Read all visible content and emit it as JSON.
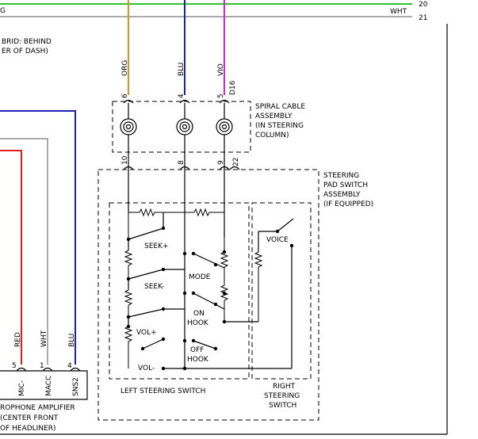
{
  "top_bus": {
    "wire_num_1": "20",
    "wire_num_2": "21",
    "color_label": "WHT",
    "left_mark": "G"
  },
  "hybrid_note": {
    "line1": "BRID: BEHIND",
    "line2": "ER OF DASH)"
  },
  "wire_colors": {
    "org": "ORG",
    "blu": "BLU",
    "vio": "VIO",
    "vio_gauge": "D16"
  },
  "spiral": {
    "label": [
      "SPIRAL CABLE",
      "ASSEMBLY",
      "(IN STEERING",
      "COLUMN)"
    ],
    "top_pins": [
      "6",
      "4",
      "5"
    ],
    "bottom_pins": [
      "10",
      "8",
      "9",
      "22"
    ]
  },
  "steering_pad": {
    "label": [
      "STEERING",
      "PAD SWITCH",
      "ASSEMBLY",
      "(IF EQUIPPED)"
    ]
  },
  "switches": {
    "seek_plus": "SEEK+",
    "seek_minus": "SEEK-",
    "mode": "MODE",
    "on_hook": [
      "ON",
      "HOOK"
    ],
    "vol_plus": "VOL+",
    "off_hook": [
      "OFF",
      "HOOK"
    ],
    "vol_minus": "VOL-",
    "voice": "VOICE"
  },
  "left_switch_label": "LEFT STEERING SWITCH",
  "right_switch_label": [
    "RIGHT",
    "STEERING",
    "SWITCH"
  ],
  "amp": {
    "wire_labels": [
      "RED",
      "WHT",
      "BLU"
    ],
    "pins": [
      "5",
      "1",
      "4"
    ],
    "terminals": [
      "MIC-",
      "MACC",
      "SNS2"
    ],
    "label": [
      "ROPHONE AMPLIFIER",
      "(CENTER FRONT",
      "OF HEADLINER)"
    ]
  },
  "colors": {
    "green": "#2fc42f",
    "orange": "#e89019",
    "blue": "#2020b8",
    "violet": "#e020e0",
    "red": "#e02020",
    "gray": "#aaaaaa"
  }
}
